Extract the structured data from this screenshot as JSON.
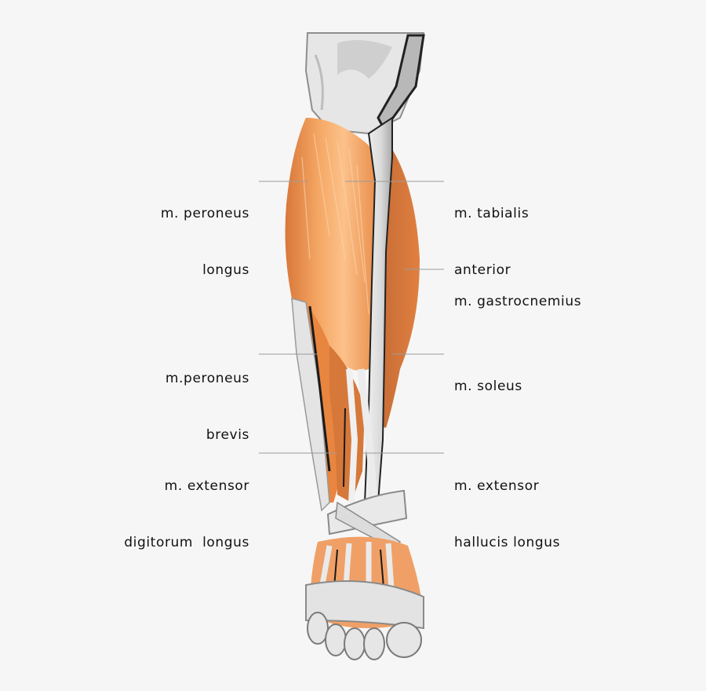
{
  "colors": {
    "background": "#f6f6f6",
    "muscle_dark": "#c8733b",
    "muscle_mid": "#e98a3f",
    "muscle_light": "#fbbd80",
    "tendon": "#eaeaea",
    "bone_shadow": "#9a9a9a",
    "leader_line": "#9b9b9b"
  },
  "labels": {
    "peroneus_longus": {
      "line1": "m. peroneus",
      "line2": "longus"
    },
    "tibialis_anterior": {
      "line1": "m. tabialis",
      "line2": "anterior"
    },
    "gastrocnemius": {
      "line1": "m. gastrocnemius"
    },
    "peroneus_brevis": {
      "line1": "m.peroneus",
      "line2": "brevis"
    },
    "soleus": {
      "line1": "m. soleus"
    },
    "extensor_digitorum_longus": {
      "line1": "m. extensor",
      "line2": "digitorum  longus"
    },
    "extensor_hallucis_longus": {
      "line1": "m. extensor",
      "line2": "hallucis longus"
    }
  }
}
